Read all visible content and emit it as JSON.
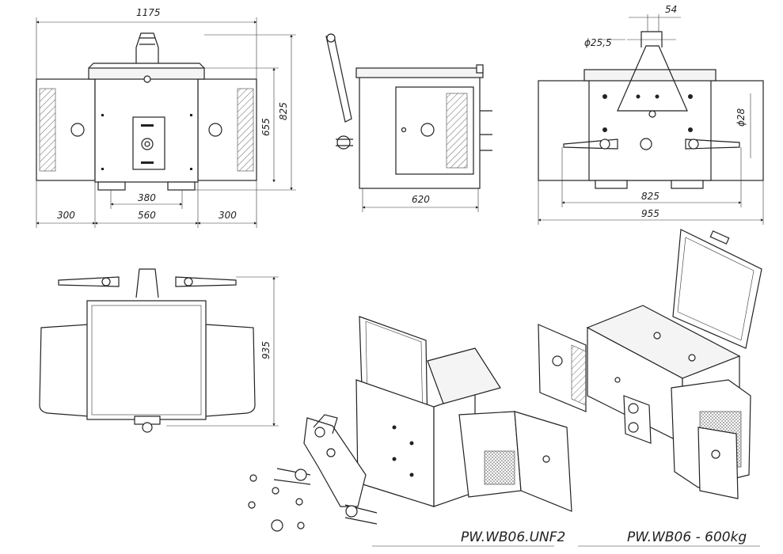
{
  "diagram": {
    "front_view": {
      "dims": {
        "overall_width": "1175",
        "height_inner": "655",
        "height_overall": "825",
        "side_left": "300",
        "center": "560",
        "side_right": "300",
        "foot_spacing": "380"
      }
    },
    "side_view": {
      "dims": {
        "depth": "620"
      }
    },
    "rear_view": {
      "dims": {
        "pin_offset": "54",
        "pin_diameter": "ϕ25,5",
        "hitch_pin_diameter": "ϕ28",
        "lower_width": "825",
        "overall_width": "955"
      }
    },
    "top_view": {
      "dims": {
        "length": "935"
      }
    },
    "captions": {
      "unf2": "PW.WB06.UNF2",
      "main": "PW.WB06 - 600kg"
    }
  }
}
